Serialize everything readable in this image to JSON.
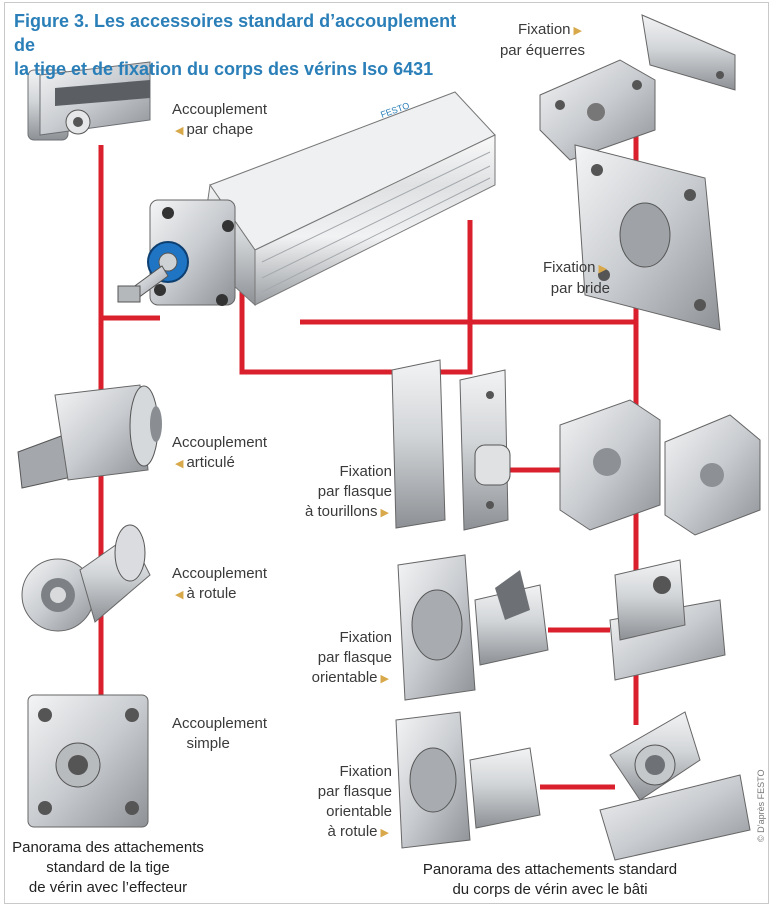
{
  "figure": {
    "title_line1": "Figure 3. Les accessoires standard d’accouplement de",
    "title_line2": "la tige et de fixation du corps des vérins Iso 6431"
  },
  "rod_accessories": [
    {
      "line1": "Accouplement",
      "line2": "par chape"
    },
    {
      "line1": "Accouplement",
      "line2": "articulé"
    },
    {
      "line1": "Accouplement",
      "line2": "à rotule"
    },
    {
      "line1": "Accouplement",
      "line2": "simple"
    }
  ],
  "body_fixations": {
    "equerres": {
      "line1": "Fixation",
      "line2": "par équerres"
    },
    "bride": {
      "line1": "Fixation",
      "line2": "par bride"
    },
    "tourillons": {
      "line1": "Fixation",
      "line2": "par flasque",
      "line3": "à tourillons"
    },
    "orientable": {
      "line1": "Fixation",
      "line2": "par flasque",
      "line3": "orientable"
    },
    "rotule": {
      "line1": "Fixation",
      "line2": "par flasque",
      "line3": "orientable",
      "line4": "à rotule"
    }
  },
  "captions": {
    "left": {
      "line1": "Panorama des attachements",
      "line2": "standard de la tige",
      "line3": "de vérin avec l’effecteur"
    },
    "right": {
      "line1": "Panorama des attachements standard",
      "line2": "du corps de vérin avec le bâti"
    }
  },
  "credit": "© D’après FESTO",
  "product_marking": "FESTO",
  "icons": {
    "pointer": "triangle-pointer-icon"
  },
  "colors": {
    "title": "#2a7fb8",
    "connector": "#d9202c",
    "pointer": "#d8a94a",
    "metal": "#c9ccd0"
  }
}
